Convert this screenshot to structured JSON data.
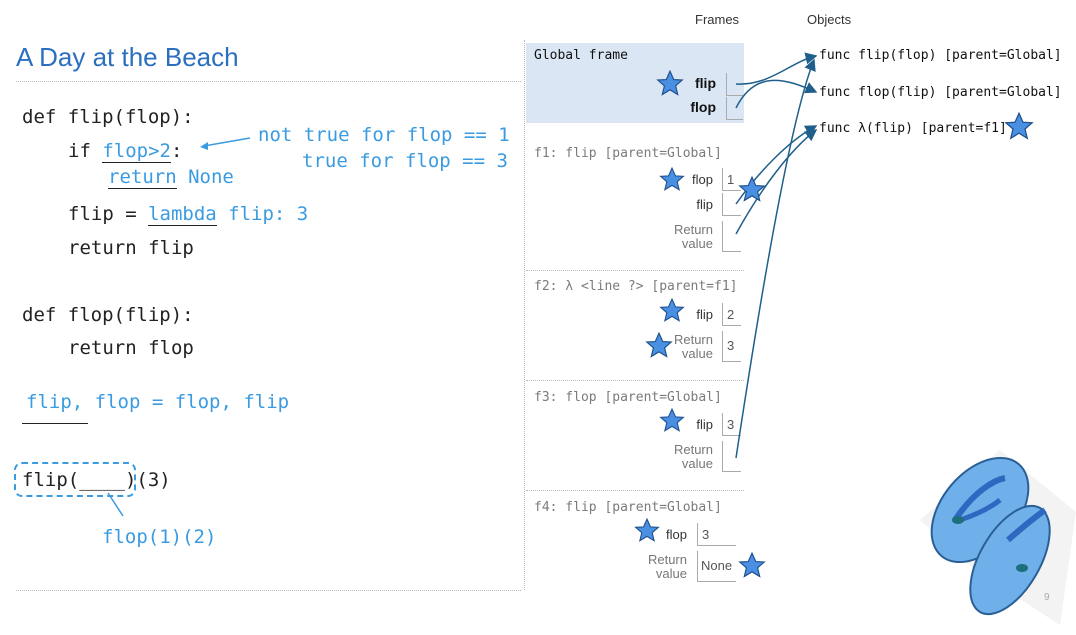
{
  "title": "A Day at the Beach",
  "code": {
    "line1": "def flip(flop):",
    "line2_kw": "if ",
    "line2_blank": "flop>2",
    "line2_end": ":",
    "line3_blank": "return",
    "line3_rest": " None",
    "line4_a": "flip = ",
    "line4_blank": "lambda",
    "line4_rest": " flip: 3",
    "line5": "return flip",
    "line6": "def flop(flip):",
    "line7": "return flop",
    "line8": "flip, flop = flop, flip",
    "line9_a": "flip(",
    "line9_blank": "____",
    "line9_b": ")(3)",
    "answer": "flop(1)(2)",
    "note1": "not true for flop == 1",
    "note2": "true for flop == 3"
  },
  "env": {
    "frames_header": "Frames",
    "objects_header": "Objects",
    "global_frame": "Global frame",
    "global_vars": [
      "flip",
      "flop"
    ],
    "f1_header": "f1: flip [parent=Global]",
    "f1_vars": [
      "flop",
      "flip",
      "Return",
      "value"
    ],
    "f1_flop_val": "1",
    "f2_header": "f2: λ <line ?> [parent=f1]",
    "f2_vars": [
      "flip",
      "Return",
      "value"
    ],
    "f2_flip_val": "2",
    "f2_ret_val": "3",
    "f3_header": "f3: flop [parent=Global]",
    "f3_vars": [
      "flip",
      "Return",
      "value"
    ],
    "f3_flip_val": "3",
    "f4_header": "f4: flip [parent=Global]",
    "f4_vars": [
      "flop",
      "Return",
      "value"
    ],
    "f4_flop_val": "3",
    "f4_ret_val": "None",
    "objects": [
      "func flip(flop) [parent=Global]",
      "func flop(flip) [parent=Global]",
      "func λ(flip) [parent=f1]"
    ]
  },
  "page_number": "9",
  "colors": {
    "title": "#2a6fc0",
    "accent": "#3a9be0",
    "star": "#4a90e2",
    "arrow": "#1f5f8b",
    "global_bg": "#dbe6f4"
  },
  "icons": [
    "star-icon",
    "flip-flops-icon"
  ]
}
